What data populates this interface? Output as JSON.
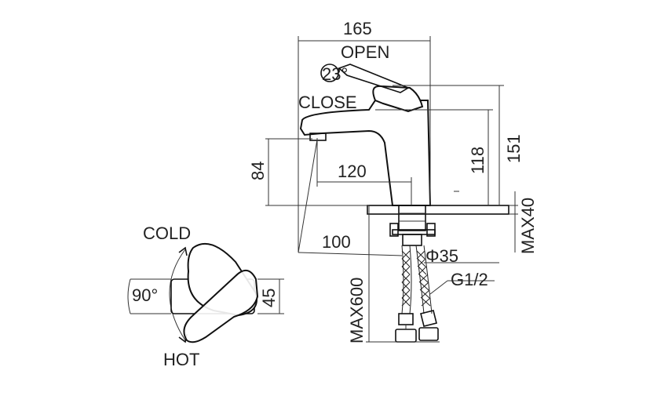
{
  "diagram": {
    "labels": {
      "width_total": "165",
      "open": "OPEN",
      "close": "CLOSE",
      "lever_angle": "23°",
      "spout_height": "84",
      "spout_reach": "120",
      "height_spout_top": "118",
      "height_total": "151",
      "max_deck": "MAX40",
      "base_offset": "100",
      "base_diameter": "Φ35",
      "thread": "G1/2",
      "hose_length": "MAX600",
      "cold": "COLD",
      "hot": "HOT",
      "rotation": "90°",
      "handle_width": "45"
    },
    "colors": {
      "line": "#333333",
      "outline": "#111111",
      "background": "#ffffff"
    }
  }
}
